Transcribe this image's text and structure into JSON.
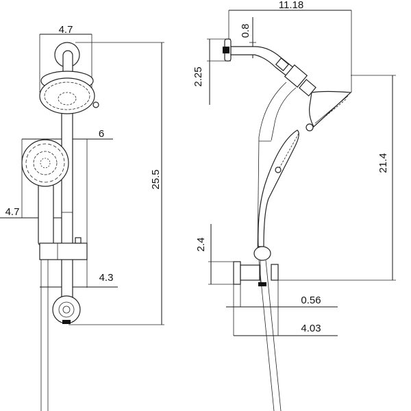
{
  "front_view": {
    "dims": {
      "head_width": "4.7",
      "hand_shower_offset": "6",
      "total_height": "25.5",
      "hand_shower_width": "4.7",
      "slider_width": "4.3"
    }
  },
  "side_view": {
    "dims": {
      "total_depth": "11.18",
      "arm_diameter": "0.8",
      "flange_height": "2.25",
      "head_to_valve_height": "21.4",
      "valve_height": "2.4",
      "nut_depth": "0.56",
      "valve_depth": "4.03"
    }
  },
  "colors": {
    "line": "#111111",
    "background": "#ffffff"
  }
}
